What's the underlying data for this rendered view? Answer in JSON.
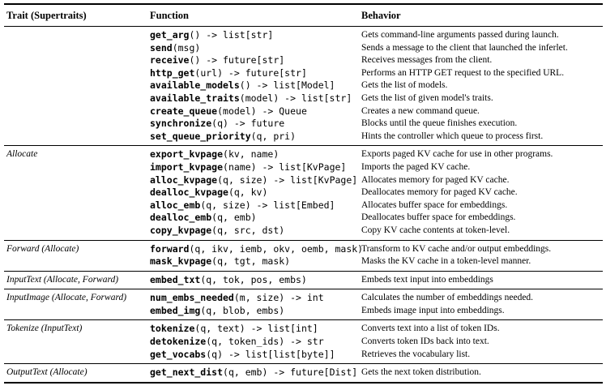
{
  "table": {
    "headers": [
      "Trait (Supertraits)",
      "Function",
      "Behavior"
    ],
    "sections": [
      {
        "trait": "",
        "rows": [
          {
            "fn": "get_arg",
            "sig": "() -> list[str]",
            "behavior": "Gets command-line arguments passed during launch."
          },
          {
            "fn": "send",
            "sig": "(msg)",
            "behavior": "Sends a message to the client that launched the inferlet."
          },
          {
            "fn": "receive",
            "sig": "() -> future[str]",
            "behavior": "Receives messages from the client."
          },
          {
            "fn": "http_get",
            "sig": "(url) -> future[str]",
            "behavior": "Performs an HTTP GET request to the specified URL."
          },
          {
            "fn": "available_models",
            "sig": "() -> list[Model]",
            "behavior": "Gets the list of models."
          },
          {
            "fn": "available_traits",
            "sig": "(model) -> list[str]",
            "behavior": "Gets the list of given model's traits."
          },
          {
            "fn": "create_queue",
            "sig": "(model) -> Queue",
            "behavior": "Creates a new command queue."
          },
          {
            "fn": "synchronize",
            "sig": "(q) -> future",
            "behavior": "Blocks until the queue finishes execution."
          },
          {
            "fn": "set_queue_priority",
            "sig": "(q, pri)",
            "behavior": "Hints the controller which queue to process first."
          }
        ]
      },
      {
        "trait": "Allocate",
        "rows": [
          {
            "fn": "export_kvpage",
            "sig": "(kv, name)",
            "behavior": "Exports paged KV cache for use in other programs."
          },
          {
            "fn": "import_kvpage",
            "sig": "(name) -> list[KvPage]",
            "behavior": "Imports the paged KV cache."
          },
          {
            "fn": "alloc_kvpage",
            "sig": "(q, size) -> list[KvPage]",
            "behavior": "Allocates memory for paged KV cache."
          },
          {
            "fn": "dealloc_kvpage",
            "sig": "(q, kv)",
            "behavior": "Deallocates memory for paged KV cache."
          },
          {
            "fn": "alloc_emb",
            "sig": "(q, size) -> list[Embed]",
            "behavior": "Allocates buffer space for embeddings."
          },
          {
            "fn": "dealloc_emb",
            "sig": "(q, emb)",
            "behavior": "Deallocates buffer space for embeddings."
          },
          {
            "fn": "copy_kvpage",
            "sig": "(q, src, dst)",
            "behavior": "Copy KV cache contents at token-level."
          }
        ]
      },
      {
        "trait": "Forward (Allocate)",
        "rows": [
          {
            "fn": "forward",
            "sig": "(q, ikv, iemb, okv, oemb, mask)",
            "behavior": "Transform to KV cache and/or output embeddings."
          },
          {
            "fn": "mask_kvpage",
            "sig": "(q, tgt, mask)",
            "behavior": "Masks the KV cache in a token-level manner."
          }
        ]
      },
      {
        "trait": "InputText (Allocate, Forward)",
        "rows": [
          {
            "fn": "embed_txt",
            "sig": "(q, tok, pos, embs)",
            "behavior": "Embeds text input into embeddings"
          }
        ]
      },
      {
        "trait": "InputImage (Allocate, Forward)",
        "rows": [
          {
            "fn": "num_embs_needed",
            "sig": "(m, size) -> int",
            "behavior": "Calculates the number of embeddings needed."
          },
          {
            "fn": "embed_img",
            "sig": "(q, blob, embs)",
            "behavior": "Embeds image input into embeddings."
          }
        ]
      },
      {
        "trait": "Tokenize (InputText)",
        "rows": [
          {
            "fn": "tokenize",
            "sig": "(q, text) -> list[int]",
            "behavior": "Converts text into a list of token IDs."
          },
          {
            "fn": "detokenize",
            "sig": "(q, token_ids) -> str",
            "behavior": "Converts token IDs back into text."
          },
          {
            "fn": "get_vocabs",
            "sig": "(q) -> list[list[byte]]",
            "behavior": "Retrieves the vocabulary list."
          }
        ]
      },
      {
        "trait": "OutputText (Allocate)",
        "rows": [
          {
            "fn": "get_next_dist",
            "sig": "(q, emb) -> future[Dist]",
            "behavior": "Gets the next token distribution."
          }
        ]
      }
    ]
  }
}
